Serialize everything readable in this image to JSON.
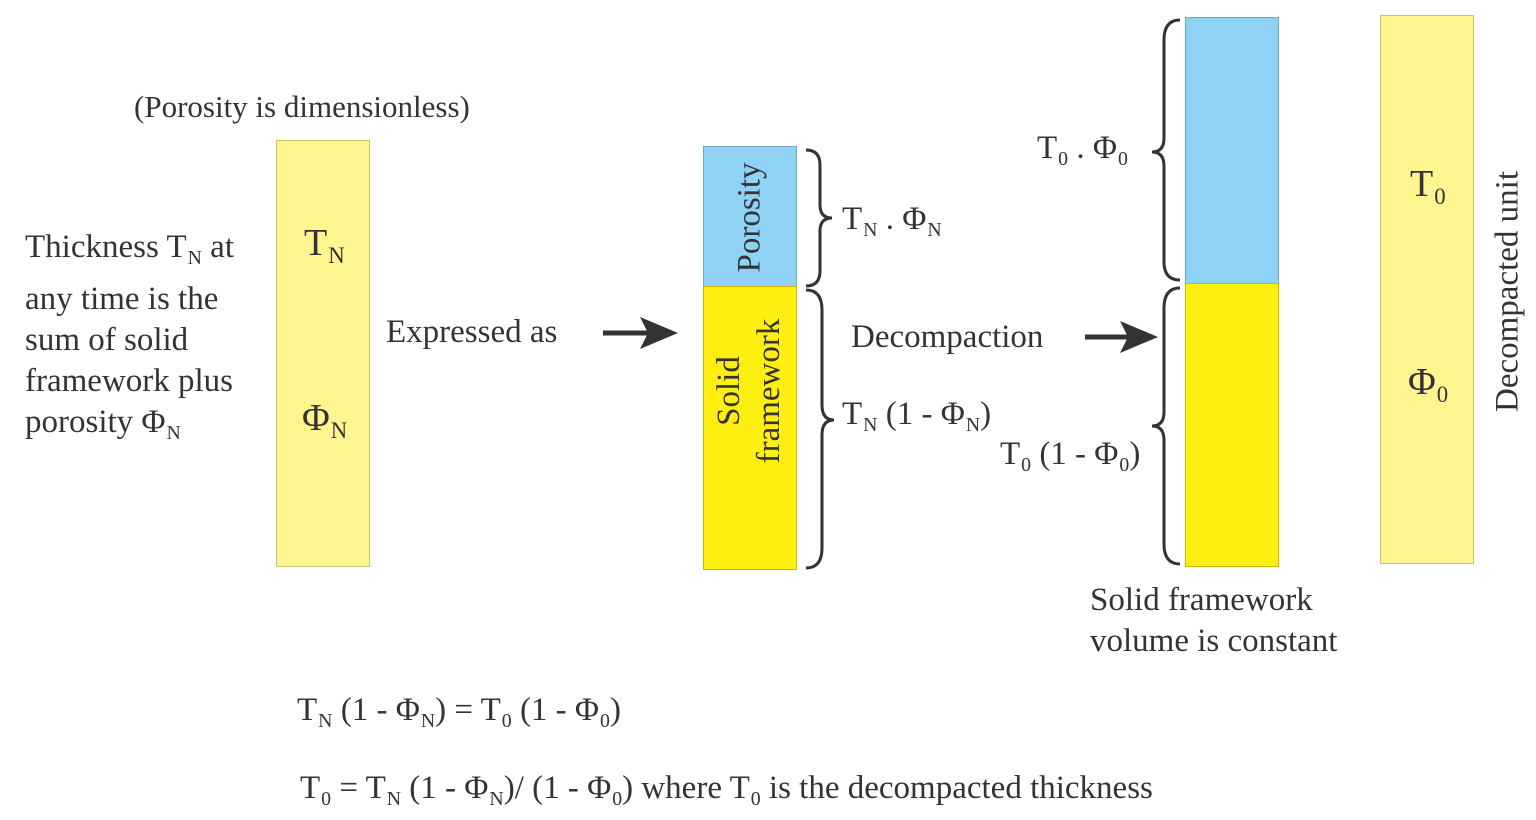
{
  "note": "(Porosity is dimensionless)",
  "left_text": [
    "Thickness T",
    "N",
    " at",
    "any time is the",
    "sum of solid",
    "framework plus",
    "porosity Φ",
    "N"
  ],
  "col1": {
    "t": "T",
    "t_sub": "N",
    "phi": "Φ",
    "phi_sub": "N"
  },
  "expressed": "Expressed as",
  "col2": {
    "porosity": "Porosity",
    "solid1": "Solid",
    "solid2": "framework"
  },
  "tn_phin": {
    "a": "T",
    "a_sub": "N",
    "dot": " . ",
    "b": "Φ",
    "b_sub": "N"
  },
  "tn_one": {
    "a": "T",
    "a_sub": "N",
    "mid": " (1 - Φ",
    "b_sub": "N",
    "end": ")"
  },
  "decompaction": "Decompaction",
  "t0_phi0": {
    "a": "T",
    "a_sub": "0",
    "dot": " . ",
    "b": "Φ",
    "b_sub": "0"
  },
  "t0_one": {
    "a": "T",
    "a_sub": "0",
    "mid": " (1 - Φ",
    "b_sub": "0",
    "end": ")"
  },
  "solid_const": [
    "Solid framework",
    "volume is constant"
  ],
  "col4": {
    "t": "T",
    "t_sub": "0",
    "phi": "Φ",
    "phi_sub": "0"
  },
  "decompacted_unit": "Decompacted unit",
  "eq1": {
    "p1": "T",
    "s1": "N",
    "p2": " (1 - Φ",
    "s2": "N",
    "p3": ") = T",
    "s3": "0",
    "p4": " (1 - Φ",
    "s4": "0",
    "p5": ")"
  },
  "eq2": {
    "p1": "T",
    "s1": "0",
    "p2": " = T",
    "s2": "N",
    "p3": " (1 - Φ",
    "s3": "N",
    "p4": ")/ (1 - Φ",
    "s4": "0",
    "p5": ") where T",
    "s5": "0",
    "p6": " is the decompacted thickness"
  },
  "colors": {
    "pale_yellow": "#fdf590",
    "blue": "#8fd3f4",
    "yellow": "#ffef10",
    "text": "#333333"
  }
}
